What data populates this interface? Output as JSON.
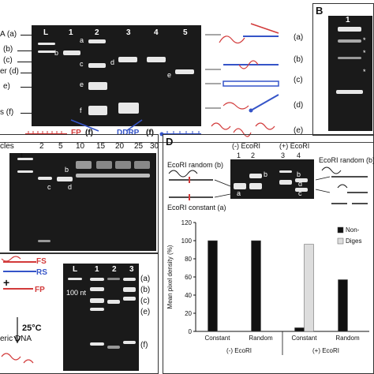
{
  "panels": {
    "A": {
      "left_labels": [
        "A (a)",
        "(b)",
        "(c)",
        "er (d)",
        "e)",
        "s (f)"
      ],
      "lanes": [
        "L",
        "1",
        "2",
        "3",
        "4",
        "5"
      ],
      "band_letters": [
        "b",
        "a",
        "c",
        "e",
        "d",
        "f",
        "e"
      ],
      "right_labels": [
        "(a)",
        "(b)",
        "(c)",
        "(d)",
        "(e)"
      ],
      "fp_label": "FP",
      "f1": "(f)",
      "ddrp_label": "DDRP",
      "f2": "(f)"
    },
    "B": {
      "label": "B",
      "lane": "1",
      "stars": [
        "*",
        "*",
        "*"
      ]
    },
    "C": {
      "left_word": "cles",
      "lanes": [
        "L",
        "2",
        "5",
        "10",
        "15",
        "20",
        "25",
        "30"
      ],
      "band_letters": [
        "b",
        "c",
        "d"
      ]
    },
    "E": {
      "fs": "FS",
      "rs": "RS",
      "plus": "+",
      "fp": "FP",
      "temp": "25°C",
      "bottom": "eric DNA",
      "lanes": [
        "L",
        "1",
        "2",
        "3"
      ],
      "nt": "100 nt",
      "right_labels": [
        "(a)",
        "(b)",
        "(c)",
        "(e)",
        "(f)"
      ]
    },
    "D": {
      "label": "D",
      "minus_ecori": "(-) EcoRI",
      "plus_ecori": "(+) EcoRI",
      "lanes": [
        "1",
        "2",
        "3",
        "4"
      ],
      "random_left": "EcoRI random (b)",
      "constant_left": "EcoRI constant (a)",
      "random_right": "EcoRI random (b)",
      "gel_letters": [
        "b",
        "a",
        "b",
        "d",
        "c"
      ]
    }
  },
  "chart_data": {
    "type": "bar",
    "ylabel": "Mean pixel density (%)",
    "ylim": [
      0,
      120
    ],
    "yticks": [
      0,
      20,
      40,
      60,
      80,
      100,
      120
    ],
    "categories": [
      "Constant",
      "Random",
      "Constant",
      "Random"
    ],
    "groups": [
      "(-) EcoRI",
      "(+) EcoRI"
    ],
    "series": [
      {
        "name": "Non-",
        "color": "#111111",
        "values": [
          100,
          100,
          4,
          57
        ]
      },
      {
        "name": "Diges",
        "color": "#dddddd",
        "values": [
          0,
          0,
          96,
          0
        ]
      }
    ]
  }
}
